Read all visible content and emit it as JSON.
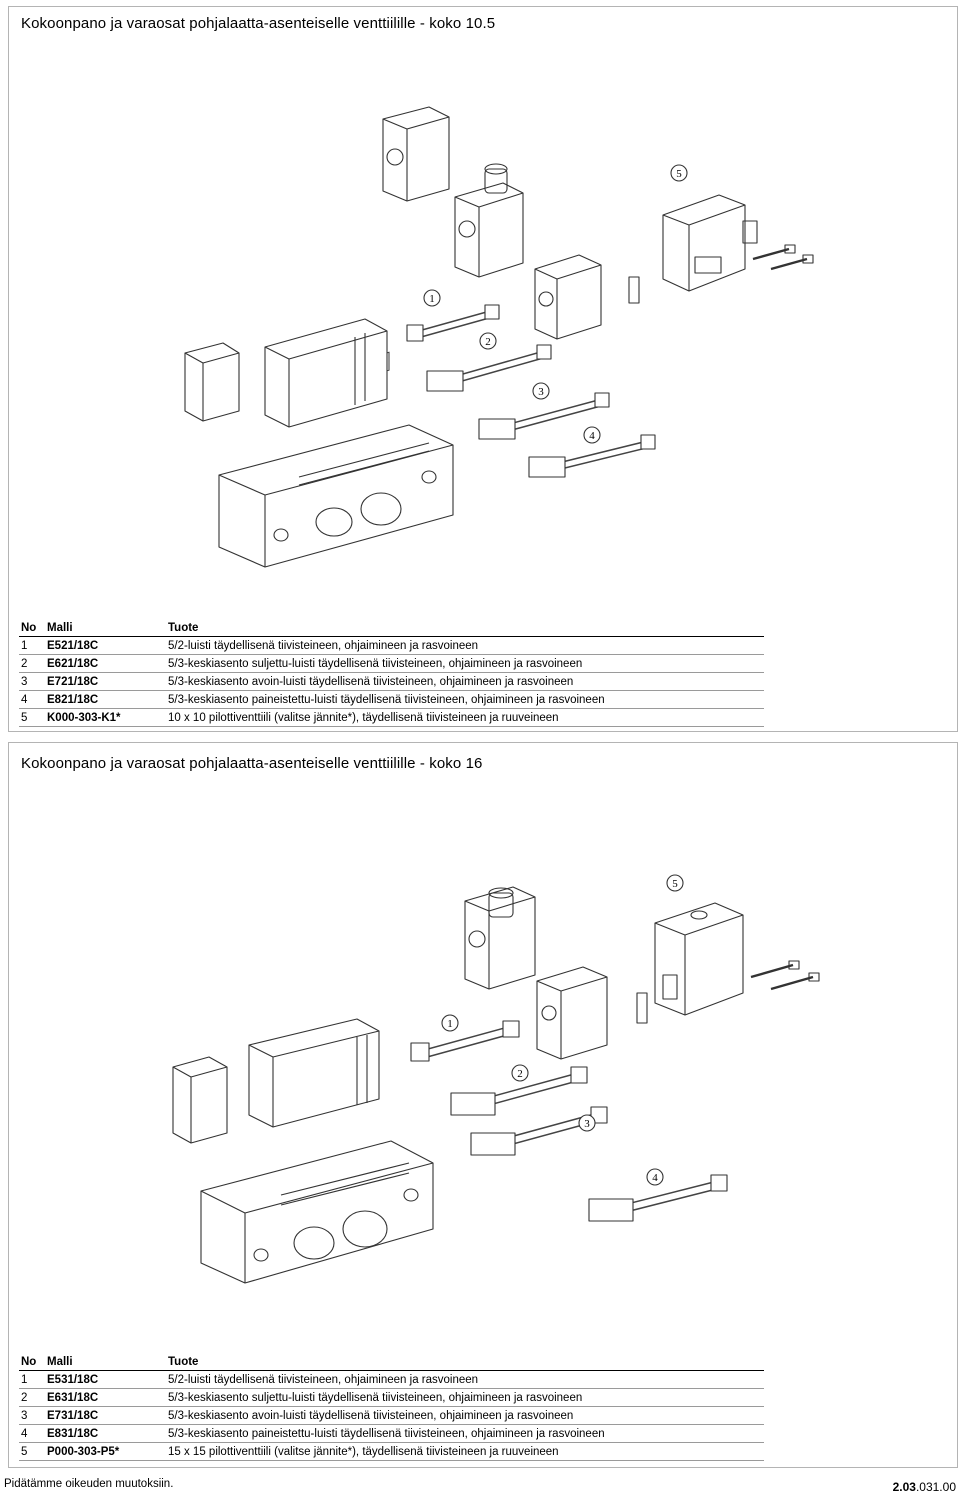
{
  "sections": [
    {
      "title": "Kokoonpano ja varaosat pohjalaatta-asenteiselle venttiilille - koko 10.5",
      "callouts": [
        "1",
        "2",
        "3",
        "4",
        "5"
      ],
      "table": {
        "headers": {
          "no": "No",
          "malli": "Malli",
          "tuote": "Tuote"
        },
        "rows": [
          {
            "no": "1",
            "malli": "E521/18C",
            "tuote": "5/2-luisti täydellisenä tiivisteineen, ohjaimineen ja rasvoineen"
          },
          {
            "no": "2",
            "malli": "E621/18C",
            "tuote": "5/3-keskiasento suljettu-luisti täydellisenä tiivisteineen, ohjaimineen ja rasvoineen"
          },
          {
            "no": "3",
            "malli": "E721/18C",
            "tuote": "5/3-keskiasento avoin-luisti täydellisenä tiivisteineen, ohjaimineen ja rasvoineen"
          },
          {
            "no": "4",
            "malli": "E821/18C",
            "tuote": "5/3-keskiasento paineistettu-luisti täydellisenä tiivisteineen, ohjaimineen ja rasvoineen"
          },
          {
            "no": "5",
            "malli": "K000-303-K1*",
            "tuote": "10 x 10 pilottiventtiili (valitse jännite*), täydellisenä tiivisteineen ja ruuveineen"
          }
        ]
      }
    },
    {
      "title": "Kokoonpano ja varaosat pohjalaatta-asenteiselle venttiilille - koko 16",
      "callouts": [
        "1",
        "2",
        "3",
        "4",
        "5"
      ],
      "table": {
        "headers": {
          "no": "No",
          "malli": "Malli",
          "tuote": "Tuote"
        },
        "rows": [
          {
            "no": "1",
            "malli": "E531/18C",
            "tuote": "5/2-luisti täydellisenä tiivisteineen, ohjaimineen ja rasvoineen"
          },
          {
            "no": "2",
            "malli": "E631/18C",
            "tuote": "5/3-keskiasento suljettu-luisti täydellisenä tiivisteineen, ohjaimineen ja rasvoineen"
          },
          {
            "no": "3",
            "malli": "E731/18C",
            "tuote": "5/3-keskiasento avoin-luisti täydellisenä tiivisteineen, ohjaimineen ja rasvoineen"
          },
          {
            "no": "4",
            "malli": "E831/18C",
            "tuote": "5/3-keskiasento paineistettu-luisti täydellisenä tiivisteineen, ohjaimineen ja rasvoineen"
          },
          {
            "no": "5",
            "malli": "P000-303-P5*",
            "tuote": "15 x 15 pilottiventtiili (valitse jännite*), täydellisenä tiivisteineen ja ruuveineen"
          }
        ]
      }
    }
  ],
  "footer": {
    "note": "Pidätämme oikeuden muutoksiin.",
    "code_bold": "2.03",
    "code_rest": ".031.00"
  }
}
